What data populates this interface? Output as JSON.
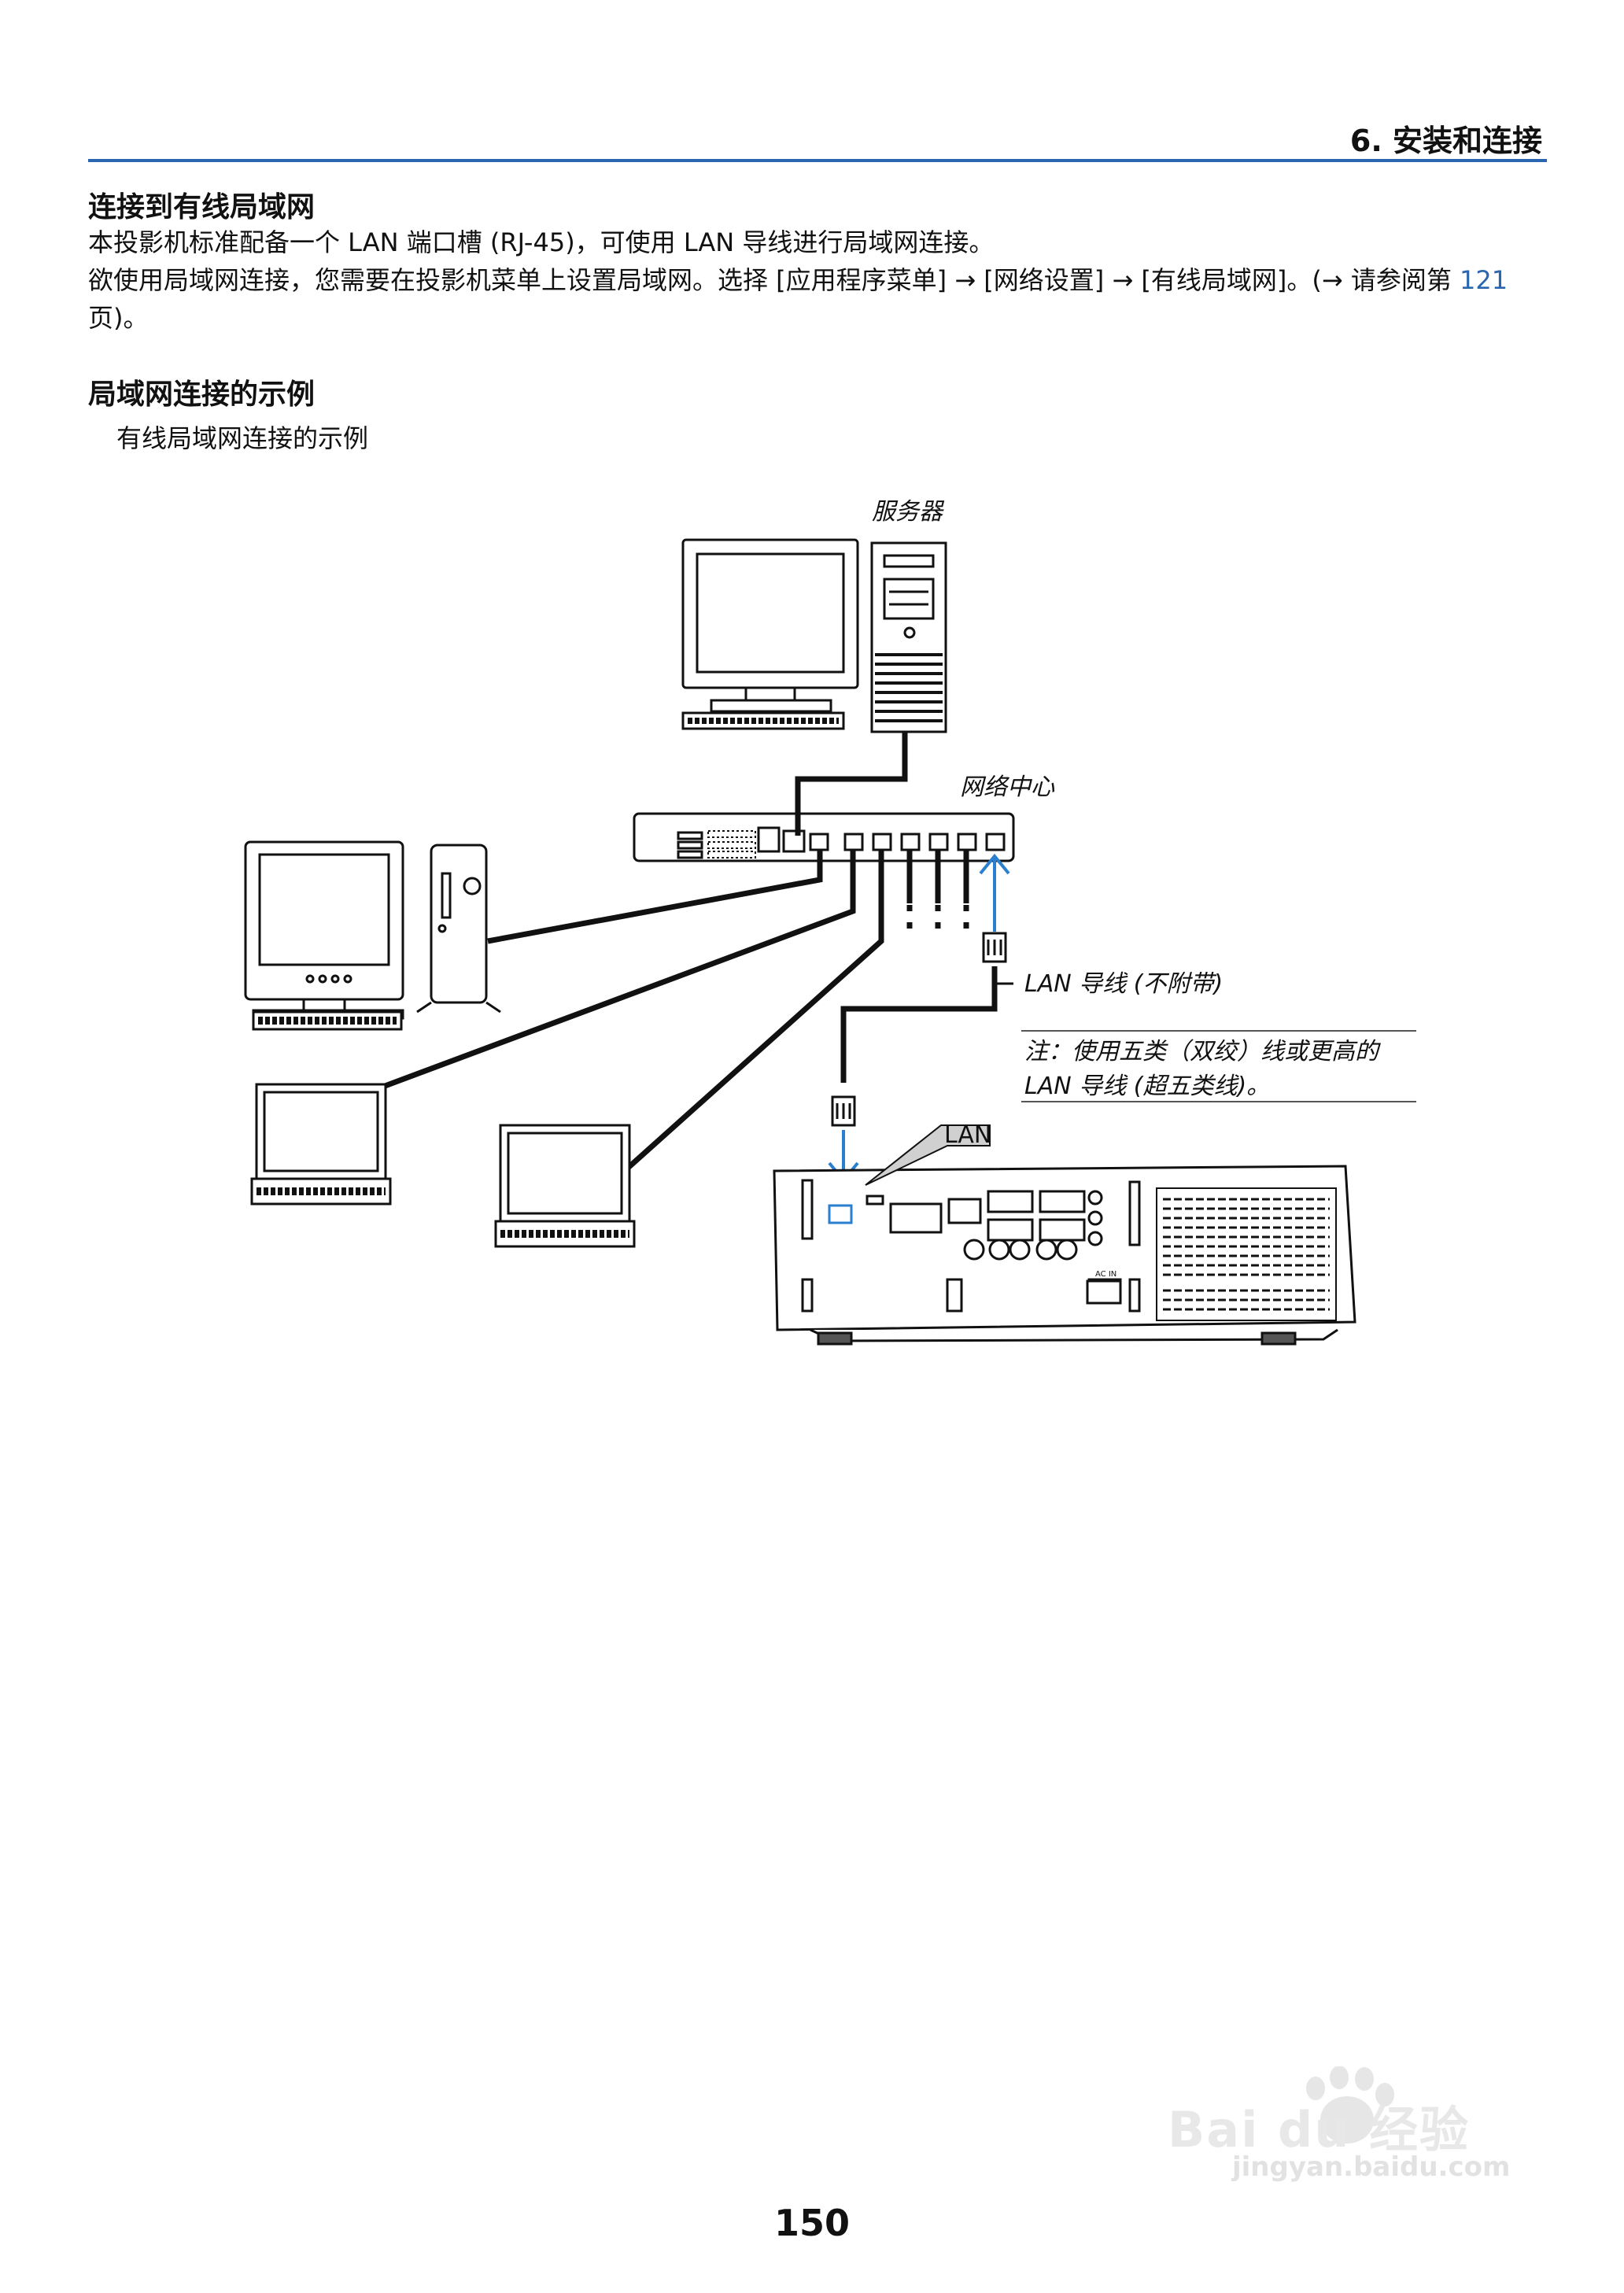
{
  "header": {
    "chapter": "6. 安装和连接"
  },
  "section_title": "连接到有线局域网",
  "intro": {
    "line1": "本投影机标准配备一个 LAN 端口槽 (RJ-45)，可使用 LAN 导线进行局域网连接。",
    "line2_before": "欲使用局域网连接，您需要在投影机菜单上设置局域网。选择 [应用程序菜单] → [网络设置] → [有线局域网]。(→ 请参阅第 ",
    "page_ref": "121",
    "line2_after": " 页)。"
  },
  "subsection_title": "局域网连接的示例",
  "figure": {
    "caption": "有线局域网连接的示例",
    "label_server": "服务器",
    "label_hub": "网络中心",
    "label_lan_cable": "LAN 导线 (不附带)",
    "note_line1": "注：使用五类（双绞）线或更高的",
    "note_line2": "LAN 导线 (超五类线)。",
    "label_lan_port": "LAN",
    "label_ac_in": "AC IN"
  },
  "page_number": "150",
  "watermark": {
    "brand": "Bai du 经验",
    "url": "jingyan.baidu.com"
  }
}
